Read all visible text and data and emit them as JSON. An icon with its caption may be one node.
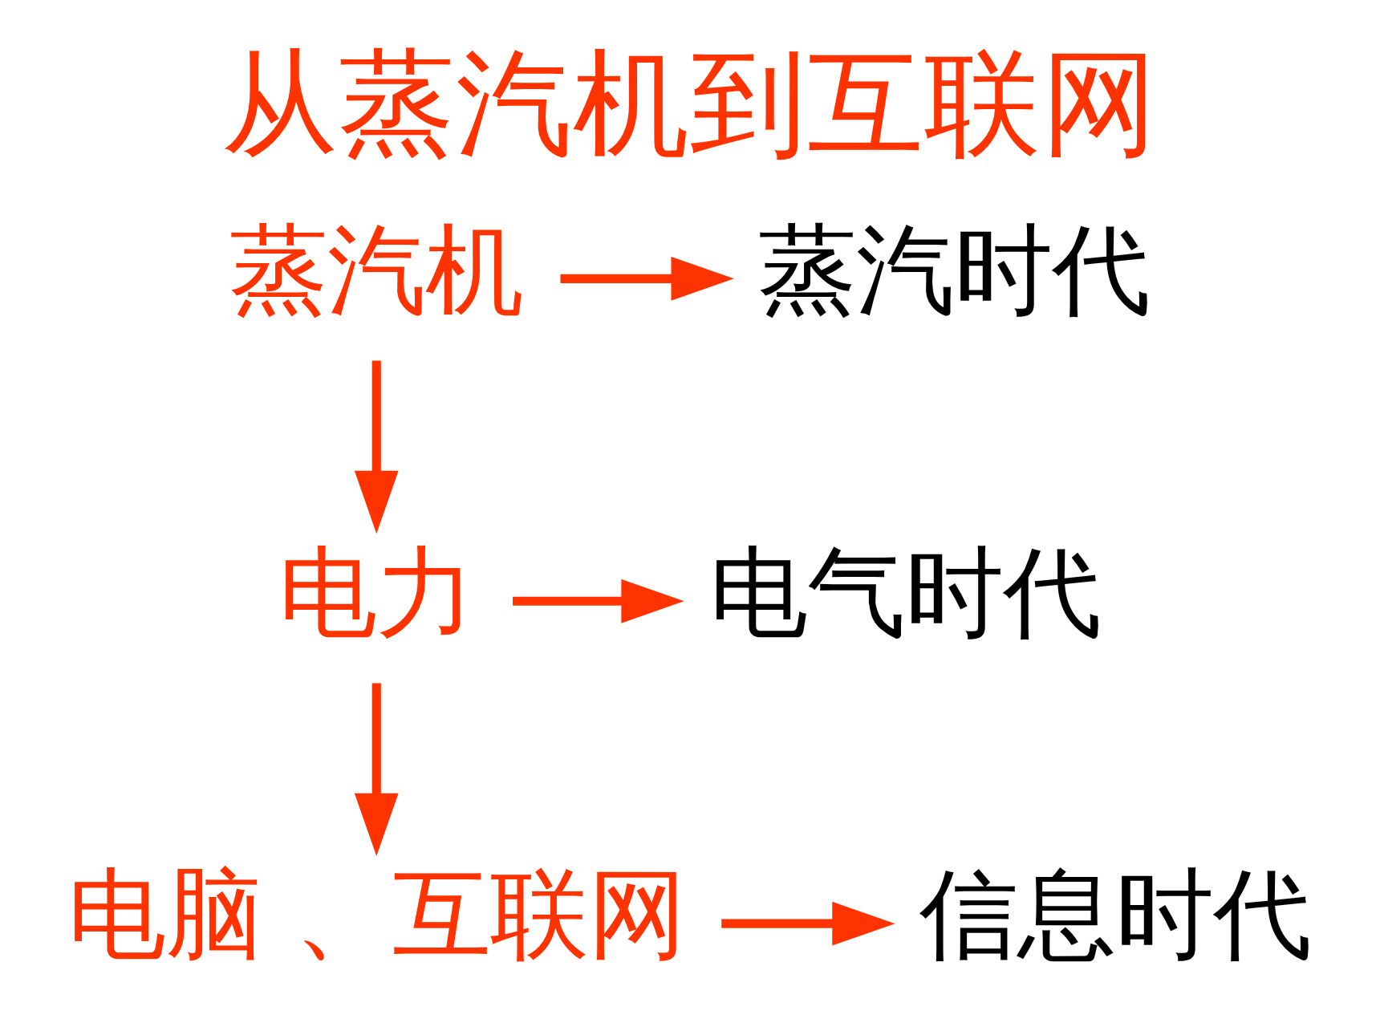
{
  "diagram": {
    "title": "从蒸汽机到互联网",
    "nodes": [
      {
        "text": [
          "蒸汽机"
        ]
      },
      {
        "text": [
          "蒸汽时代"
        ]
      },
      {
        "text": [
          "电力"
        ]
      },
      {
        "text": [
          "电气时代"
        ]
      },
      {
        "text": [
          "电脑 、互联网"
        ]
      },
      {
        "text": [
          "信息时代"
        ]
      }
    ],
    "edges": [
      {
        "from": 0,
        "to": 1,
        "arrow": "to"
      },
      {
        "from": 0,
        "to": 2,
        "arrow": "to"
      },
      {
        "from": 2,
        "to": 3,
        "arrow": "to"
      },
      {
        "from": 2,
        "to": 4,
        "arrow": "to"
      },
      {
        "from": 4,
        "to": 5,
        "arrow": "to"
      }
    ]
  }
}
